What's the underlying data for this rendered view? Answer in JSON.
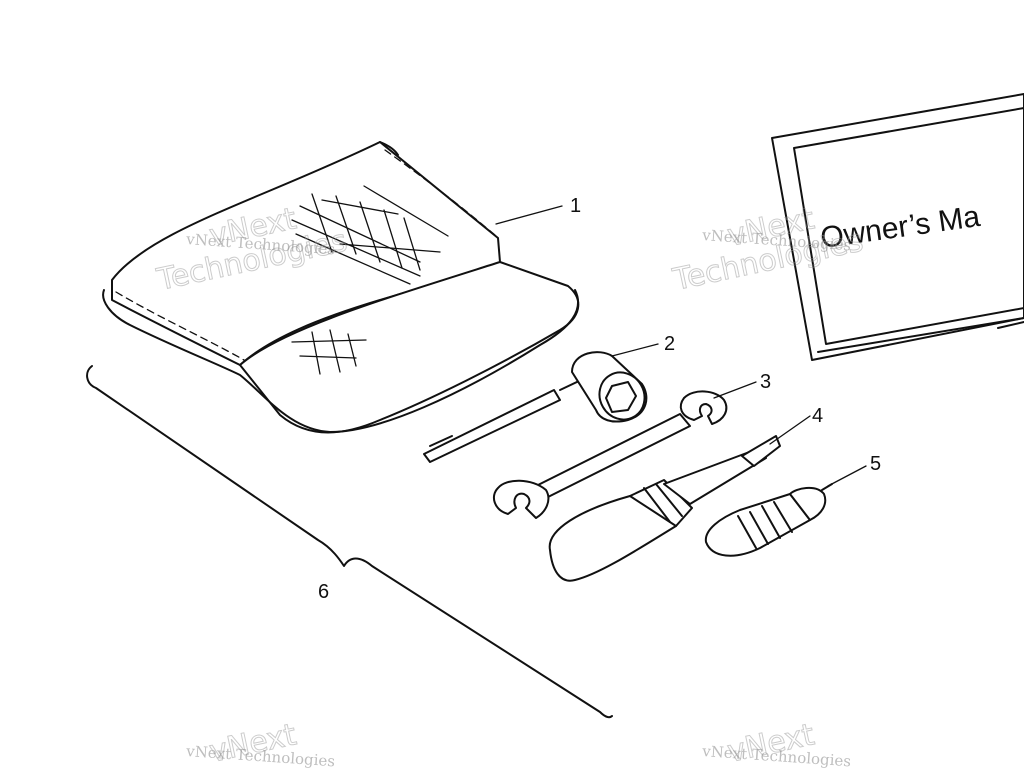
{
  "callouts": {
    "c1": "1",
    "c2": "2",
    "c3": "3",
    "c4": "4",
    "c5": "5",
    "c6": "6"
  },
  "manual": {
    "cover_text": "Owner’s Ma"
  },
  "watermark": {
    "line1": "vNext Technologies",
    "word_a": "vNext",
    "word_b": "Technologies"
  }
}
